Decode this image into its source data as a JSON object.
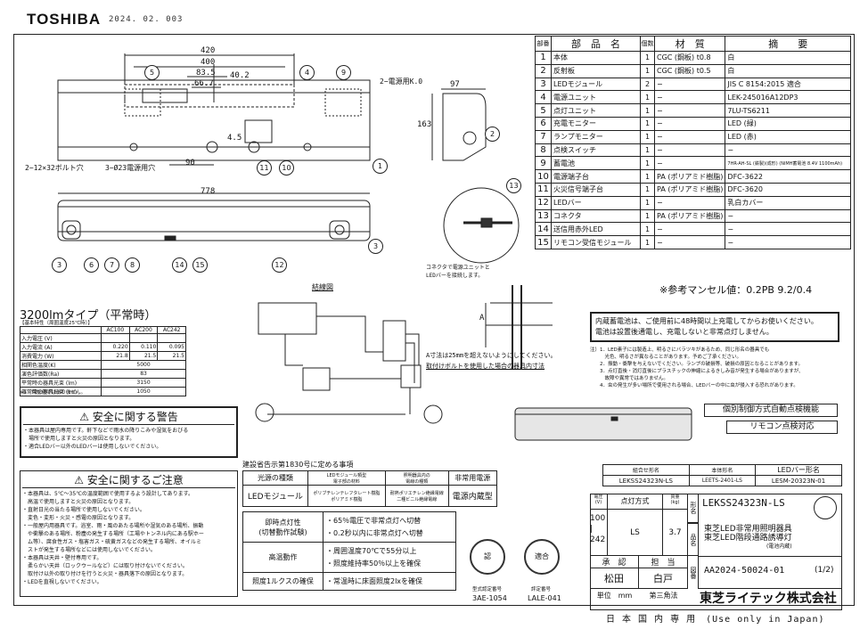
{
  "header": {
    "brand": "TOSHIBA",
    "date": "2024. 02.  003"
  },
  "parts_table": {
    "headers": [
      "部番",
      "部　品　名",
      "個数",
      "材　質",
      "摘　　要"
    ],
    "rows": [
      [
        "1",
        "本体",
        "1",
        "CGC (鋼板) t0.8",
        "白"
      ],
      [
        "2",
        "反射板",
        "1",
        "CGC (鋼板) t0.5",
        "白"
      ],
      [
        "3",
        "LEDモジュール",
        "2",
        "−",
        "JIS C 8154:2015 適合"
      ],
      [
        "4",
        "電源ユニット",
        "1",
        "−",
        "LEK-245016A12DP3"
      ],
      [
        "5",
        "点灯ユニット",
        "1",
        "−",
        "7LU-TS6211"
      ],
      [
        "6",
        "充電モニター",
        "1",
        "−",
        "LED (緑)"
      ],
      [
        "7",
        "ランプモニター",
        "1",
        "−",
        "LED (赤)"
      ],
      [
        "8",
        "点検スイッチ",
        "1",
        "−",
        "−"
      ],
      [
        "9",
        "蓄電池",
        "1",
        "−",
        "7HR-AH-SL (鉄製)(成形) (NiMH蓄電池 8.4V 1100mAh)"
      ],
      [
        "10",
        "電源端子台",
        "1",
        "PA (ポリアミド樹脂)",
        "DFC-3622"
      ],
      [
        "11",
        "火災信号端子台",
        "1",
        "PA (ポリアミド樹脂)",
        "DFC-3620"
      ],
      [
        "12",
        "LEDバー",
        "1",
        "−",
        "乳白カバー"
      ],
      [
        "13",
        "コネクタ",
        "1",
        "PA (ポリアミド樹脂)",
        "−"
      ],
      [
        "14",
        "送信用赤外LED",
        "1",
        "−",
        "−"
      ],
      [
        "15",
        "リモコン受信モジュール",
        "1",
        "−",
        "−"
      ]
    ]
  },
  "munsell": "※参考マンセル値：0.2PB 9.2/0.4",
  "dims": {
    "d420": "420",
    "d400": "400",
    "d83": "83.5",
    "d66": "66.7",
    "d40": "40.2",
    "d97": "97",
    "d163": "163",
    "d90": "90",
    "d778": "778",
    "d45": "4.5"
  },
  "drawing_labels": {
    "bolt": "2−12×32ボルト穴",
    "hole": "3−Ø23電源用穴",
    "cable": "2−電源用K.0",
    "connector_note": "コネクタで電源ユニットと\nLEDバーを接続します。",
    "a_note1": "A寸法は25mmを超えないようにしてください。",
    "a_note2": "取付けボルトを使用した場合の器具内寸法",
    "a_label": "A",
    "wiring_title": "結線図"
  },
  "lumen": {
    "title": "3200lmタイプ（平常時）",
    "subtitle": "【基本特性（周囲温度25℃時）】",
    "cols": [
      "",
      "AC100",
      "AC200",
      "AC242"
    ],
    "rows": [
      [
        "入力電圧 (V)",
        "",
        "",
        ""
      ],
      [
        "入力電流 (A)",
        "0.220",
        "0.110",
        "0.095"
      ],
      [
        "消費電力 (W)",
        "21.8",
        "21.5",
        "21.5"
      ],
      [
        "相関色温度(K)",
        "5000",
        "",
        ""
      ],
      [
        "演色評価数(Ra)",
        "83",
        "",
        ""
      ],
      [
        "平常時の器具光束 (lm)",
        "3150",
        "",
        ""
      ],
      [
        "非常時の器具光束 (lm)",
        "1050",
        "",
        ""
      ]
    ],
    "note": "※1　保証値ではありません。"
  },
  "warning": {
    "title": "安全に関する警告",
    "lines": [
      "・本器具は屋内専用です。軒下などで雨水の降りこみや湿気をおびる",
      "　場所で使用しますと火災の原因となります。",
      "・適合LEDバー以外のLEDバーは使用しないでください。"
    ]
  },
  "caution": {
    "title": "安全に関するご注意",
    "lines": [
      "・本器具は、5℃〜35℃の温度範囲で使用するよう設計してあります。",
      "　高温で使用しますと火災の原因となります。",
      "・直射日光の当たる場所で使用しないでください。",
      "　変色・変形・火災・感電の原因となります。",
      "・一般屋内用器具です。浴室、雨・風のあたる場所や湿気のある場所、振動",
      "　や衝撃のある場所、粉塵の発生する場所（工場やトンネル内にある駅ホー",
      "　ム等）、腐食性ガス・塩害ガス・硫黄ガスなどの発生する場所、オイルミ",
      "　ストが発生する場所などには使用しないでください。",
      "・本器具は天井・壁付専用です。",
      "　柔らかい天井（ロックウールなど）には取り付けないでください。",
      "　取付け以外の取り付けを行うと火災・器具落下の原因となります。",
      "・LEDを直視しないでください。"
    ]
  },
  "battery_notice": [
    "内蔵蓄電池は、ご使用前に48時間以上充電してからお使いください。",
    "電池は設置後通電し、充電しないと非常点灯しません。"
  ],
  "notes": [
    "注）1．LED素子には製造上、明るさにバラツキがあるため、同じ形名の器具でも",
    "　　　光色、明るさが異なることがあります。予めご了承ください。",
    "　　2．振動・衝撃を与えないでください。ランプの破損等、破損の原因となることがあります。",
    "　　3．点灯直後・消灯直後にプラスチックの伸縮によるきしみ音が発生する場合がありますが、",
    "　　　故障や異常ではありません。",
    "　　4．虫の発生が多い場所で使用される場合、LEDバーの中に虫が侵入する恐れがあります。"
  ],
  "features": [
    "個別制御方式自動点検機能",
    "リモコン点検対応"
  ],
  "notice_standard": {
    "title": "建設省告示第1830号に定める事項",
    "headers": [
      "光源の種類",
      "LEDモジュール類型\n電子部の材料",
      "照明器具内の\n電線の種類",
      "非常用電源"
    ],
    "row": [
      "LEDモジュール",
      "ポリブチレンテレフタレート樹脂\nポリアミド樹脂",
      "耐熱ポリエチレン絶縁電線\n二種ビニル絶縁電線",
      "電源内蔵型"
    ]
  },
  "performance": [
    [
      "即時点灯性\n(切替動作試験)",
      "・65％電圧で非常点灯へ切替\n・0.2秒以内に非常点灯へ切替"
    ],
    [
      "高温動作",
      "・周囲温度70℃で55分以上\n・照度維持率50％以上を確保"
    ],
    [
      "照度1ルクスの確保",
      "・常温時に床面照度2lxを確保"
    ]
  ],
  "certs": {
    "stamp1": "認",
    "stamp2": "適合",
    "num1_label": "型式認定番号",
    "num1": "3AE-1054",
    "num2_label": "評定番号",
    "num2": "LALE-041"
  },
  "model_combo": {
    "headers": [
      "組合せ形名",
      "本体形名",
      "LEDバー形名"
    ],
    "row": [
      "LEKSS24323N-LS",
      "LEETS-2401-LS",
      "LESM-20323N-01"
    ]
  },
  "title_block": {
    "volt_label": "電圧\n(V)",
    "volt": "100\n|\n242",
    "method_label": "点灯方式",
    "method": "LS",
    "weight_label": "質量\n(kg)",
    "weight": "3.7",
    "model_label": "形名",
    "model": "LEKSS24323N-LS",
    "name_label": "品名",
    "name1": "東芝LED非常用照明器具",
    "name2": "東芝LED階段通路誘導灯",
    "name3": "(電池内蔵)",
    "approve": "承　認",
    "charge": "担　当",
    "p1": "松田",
    "p2": "白戸",
    "drawing_label": "図番",
    "drawing_no": "AA2024-50024-01",
    "page": "(1/2)",
    "unit": "単位　mm",
    "proj": "第三角法",
    "company": "東芝ライテック株式会社"
  },
  "footer": "日 本 国 内 専 用　(Use only in Japan)"
}
